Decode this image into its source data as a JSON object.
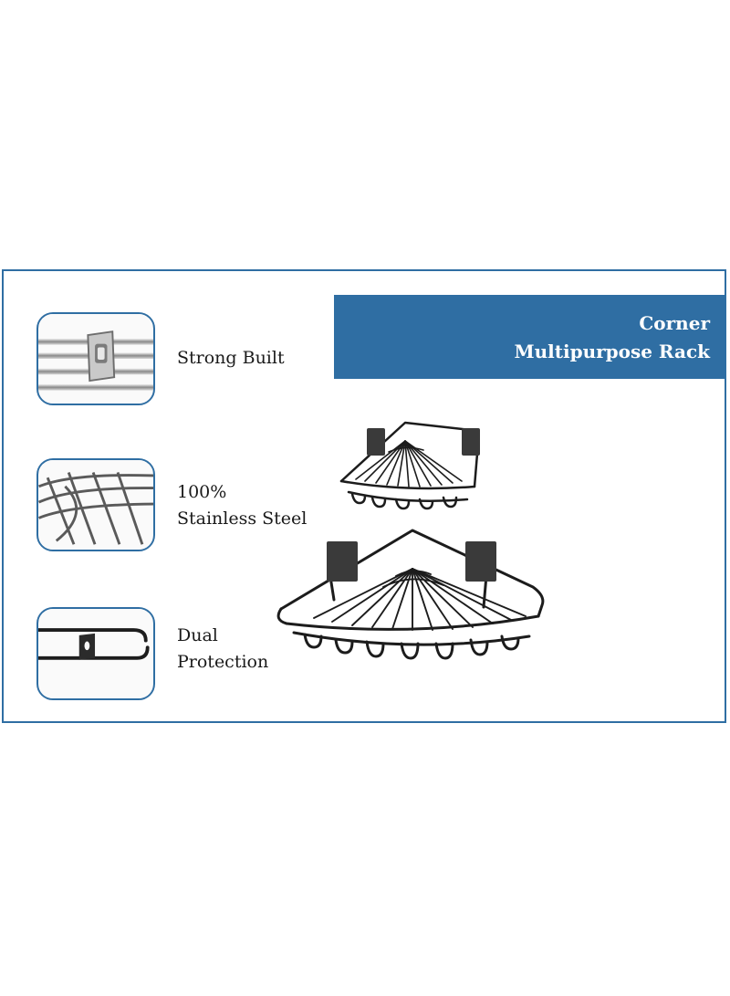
{
  "banner": {
    "line1": "Corner",
    "line2": "Multipurpose Rack",
    "color": "#2f6ea3"
  },
  "features": [
    {
      "line1": "Strong Built",
      "line2": "",
      "icon": "clip-rail-icon"
    },
    {
      "line1": "100%",
      "line2": "Stainless Steel",
      "icon": "steel-wire-icon"
    },
    {
      "line1": "Dual",
      "line2": "Protection",
      "icon": "dual-bar-icon"
    }
  ]
}
